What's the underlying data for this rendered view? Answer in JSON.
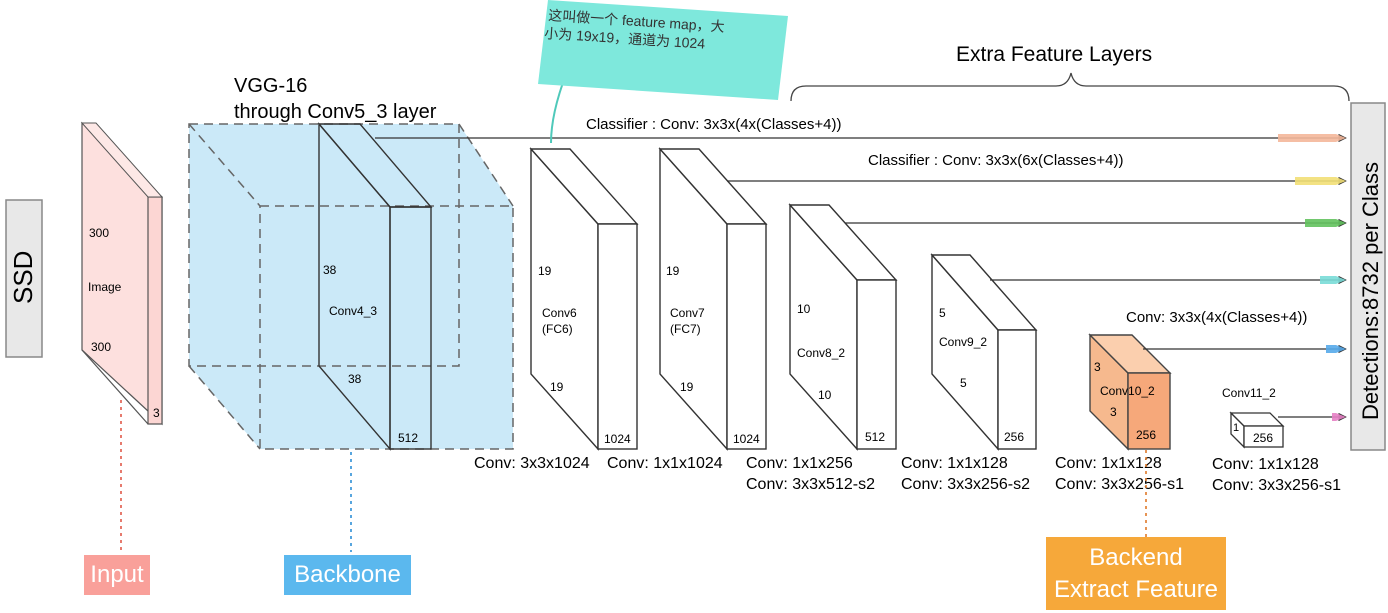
{
  "left_label": "SSD",
  "right_label": "Detections:8732  per Class",
  "note": {
    "line1": "这叫做一个 feature map，大",
    "line2": "小为 19x19，通道为 1024"
  },
  "extra_layers_title": "Extra Feature Layers",
  "vgg": {
    "line1": "VGG-16",
    "line2": "through Conv5_3 layer"
  },
  "classifiers": {
    "c1": "Classifier : Conv: 3x3x(4x(Classes+4))",
    "c2": "Classifier : Conv: 3x3x(6x(Classes+4))",
    "c3": "Conv: 3x3x(4x(Classes+4))"
  },
  "input": {
    "h": "300",
    "name": "Image",
    "w": "300",
    "c": "3"
  },
  "conv4": {
    "h": "38",
    "name": "Conv4_3",
    "w": "38",
    "c": "512"
  },
  "conv6": {
    "h": "19",
    "name1": "Conv6",
    "name2": "(FC6)",
    "w": "19",
    "c": "1024"
  },
  "conv7": {
    "h": "19",
    "name1": "Conv7",
    "name2": "(FC7)",
    "w": "19",
    "c": "1024"
  },
  "conv8": {
    "h": "10",
    "name": "Conv8_2",
    "w": "10",
    "c": "512"
  },
  "conv9": {
    "h": "5",
    "name": "Conv9_2",
    "w": "5",
    "c": "256"
  },
  "conv10": {
    "h": "3",
    "name": "Conv10_2",
    "w": "3",
    "c": "256"
  },
  "conv11": {
    "name": "Conv11_2",
    "h": "1",
    "c": "256"
  },
  "ops": {
    "o1": "Conv: 3x3x1024",
    "o2": "Conv: 1x1x1024",
    "o3a": "Conv: 1x1x256",
    "o3b": "Conv:  3x3x512-s2",
    "o4a": "Conv: 1x1x128",
    "o4b": "Conv: 3x3x256-s2",
    "o5a": "Conv: 1x1x128",
    "o5b": "Conv: 3x3x256-s1",
    "o6a": "Conv: 1x1x128",
    "o6b": "Conv: 3x3x256-s1"
  },
  "bottom": {
    "input": "Input",
    "backbone": "Backbone",
    "backend1": "Backend",
    "backend2": "Extract Feature"
  },
  "colors": {
    "input": "#f9a09a",
    "backbone": "#5bb8ee",
    "backend": "#f6a83a",
    "note": "#6ee6d6",
    "arrows": [
      "#f4b79a",
      "#f2df76",
      "#63c25e",
      "#79dcd7",
      "#56aaea",
      "#e67fc4"
    ]
  }
}
